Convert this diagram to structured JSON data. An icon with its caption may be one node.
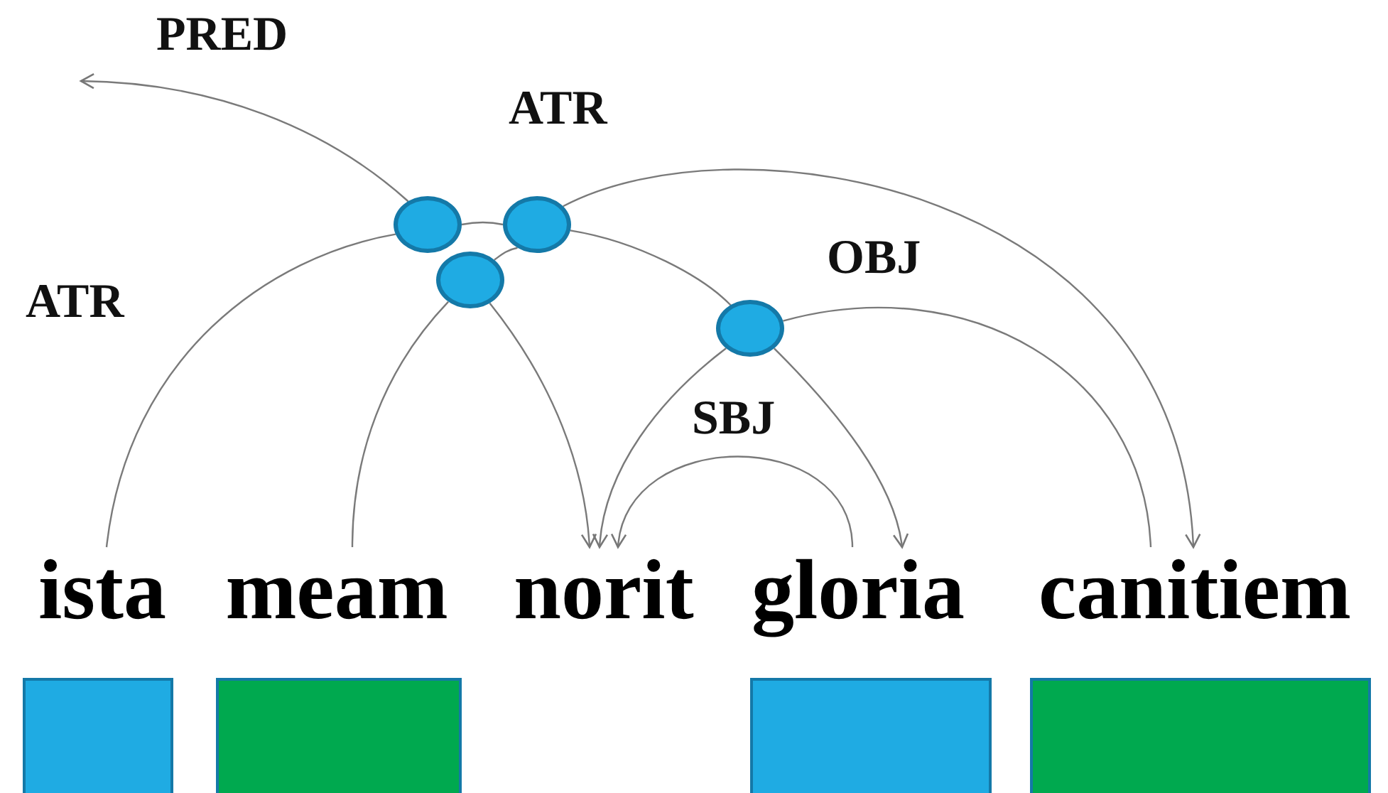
{
  "diagram": {
    "nodes": [
      {
        "text": [],
        "shape": "circle"
      },
      {
        "text": [],
        "shape": "circle"
      },
      {
        "text": [],
        "shape": "circle"
      },
      {
        "text": [],
        "shape": "circle"
      },
      {
        "text": [
          "ista"
        ]
      },
      {
        "text": [
          "meam"
        ]
      },
      {
        "text": [
          "norit"
        ]
      },
      {
        "text": [
          "gloria"
        ]
      },
      {
        "text": [
          "canitiem"
        ]
      },
      {
        "text": [],
        "shape": "box"
      },
      {
        "text": [],
        "shape": "box"
      },
      {
        "text": [],
        "shape": "box"
      },
      {
        "text": [],
        "shape": "box"
      }
    ],
    "edges": [
      {
        "from": 0,
        "to": null,
        "arrow": "to",
        "label": "PRED"
      },
      {
        "from": 4,
        "to": 0,
        "arrow": "none",
        "label": "ATR"
      },
      {
        "from": 0,
        "to": 1,
        "arrow": "none"
      },
      {
        "from": 2,
        "to": 5,
        "arrow": "none"
      },
      {
        "from": 2,
        "to": 6,
        "arrow": "to"
      },
      {
        "from": 2,
        "to": 1,
        "arrow": "none"
      },
      {
        "from": 1,
        "to": 8,
        "arrow": "to",
        "label": "ATR"
      },
      {
        "from": 1,
        "to": 3,
        "arrow": "none"
      },
      {
        "from": 3,
        "to": 7,
        "arrow": "to"
      },
      {
        "from": 3,
        "to": 8,
        "arrow": "none",
        "label": "OBJ"
      },
      {
        "from": 3,
        "to": 6,
        "arrow": "to"
      },
      {
        "from": 7,
        "to": 6,
        "arrow": "to",
        "label": "SBJ"
      }
    ]
  }
}
